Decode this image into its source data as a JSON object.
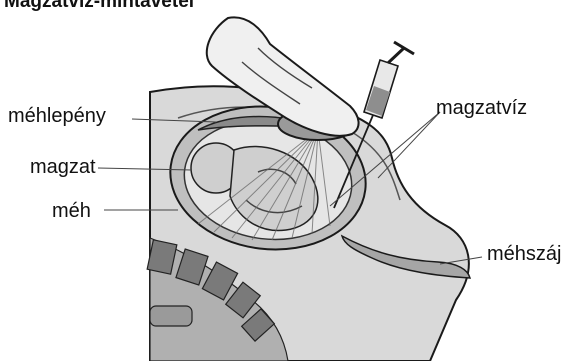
{
  "page_title": "Magzatvíz-mintavétel",
  "labels": {
    "placenta": "méhlepény",
    "fetus": "magzat",
    "uterus": "méh",
    "amniotic_fluid": "magzatvíz",
    "cervix": "méhszáj"
  },
  "colors": {
    "label_text": "#111111",
    "illustration_stroke": "#1a1a1a",
    "abdomen_fill": "#d9d9d9",
    "uterus_fill": "#bfbfbf",
    "amniotic_fill": "#e6e6e6",
    "fetus_fill": "#cfcfcf",
    "spine_fill": "#7a7a7a",
    "glove_fill": "#f0f0f0"
  },
  "icons": {
    "syringe": "syringe-icon",
    "ultrasound_probe": "ultrasound-probe-icon",
    "hand": "gloved-hand-icon"
  }
}
